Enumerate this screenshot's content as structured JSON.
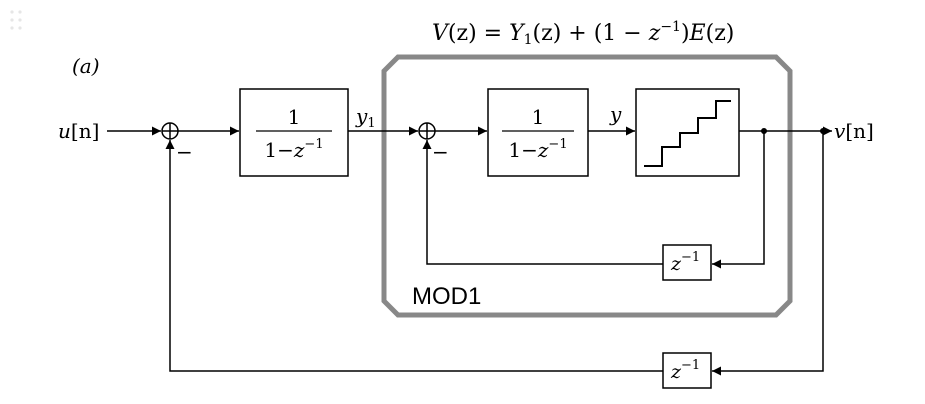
{
  "equation": {
    "V": "V",
    "z1": "(z)",
    "eq": " = ",
    "Y": "Y",
    "Ysub": "1",
    "z2": "(z) + (1 − ",
    "z3": "z",
    "sup": "−1",
    "close": ")",
    "E": "E",
    "z4": "(z)"
  },
  "panel_label": "(a)",
  "input_label": {
    "var": "u",
    "idx": "[n]"
  },
  "output_label": {
    "var": "v",
    "idx": "[n]"
  },
  "block1": {
    "num": "1",
    "den_pre": "1−",
    "den_var": "z",
    "den_sup": "−1"
  },
  "block2": {
    "num": "1",
    "den_pre": "1−",
    "den_var": "z",
    "den_sup": "−1"
  },
  "signal_y1": {
    "var": "y",
    "sub": "1"
  },
  "signal_y": {
    "var": "y"
  },
  "minus_sign": "−",
  "delay_inner": {
    "var": "z",
    "sup": "−1"
  },
  "delay_outer": {
    "var": "z",
    "sup": "−1"
  },
  "modulator_label": "MOD1",
  "colors": {
    "line": "#000000",
    "modulator_border": "#888888",
    "background": "#ffffff"
  }
}
